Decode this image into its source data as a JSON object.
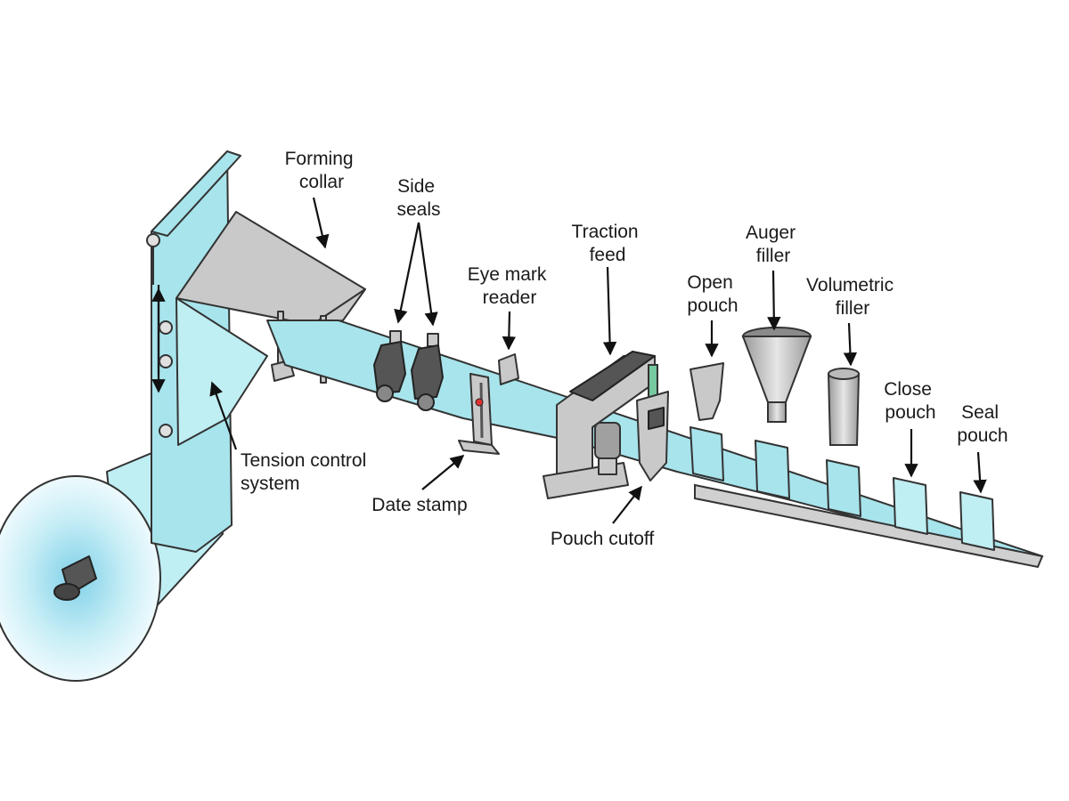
{
  "colors": {
    "film": "#a8e4ec",
    "film_light": "#bfeef3",
    "metal": "#c9c9c9",
    "dark_metal": "#555555",
    "outline": "#333333"
  },
  "labels": {
    "forming_collar": [
      "Forming",
      "collar"
    ],
    "side_seals": [
      "Side",
      "seals"
    ],
    "eye_mark_reader": [
      "Eye mark",
      "reader"
    ],
    "traction_feed": [
      "Traction",
      "feed"
    ],
    "open_pouch": [
      "Open",
      "pouch"
    ],
    "auger_filler": [
      "Auger",
      "filler"
    ],
    "volumetric_filler": [
      "Volumetric",
      "filler"
    ],
    "close_pouch": [
      "Close",
      "pouch"
    ],
    "seal_pouch": [
      "Seal",
      "pouch"
    ],
    "tension_control": [
      "Tension control",
      "system"
    ],
    "date_stamp": [
      "Date stamp"
    ],
    "pouch_cutoff": [
      "Pouch cutoff"
    ]
  }
}
